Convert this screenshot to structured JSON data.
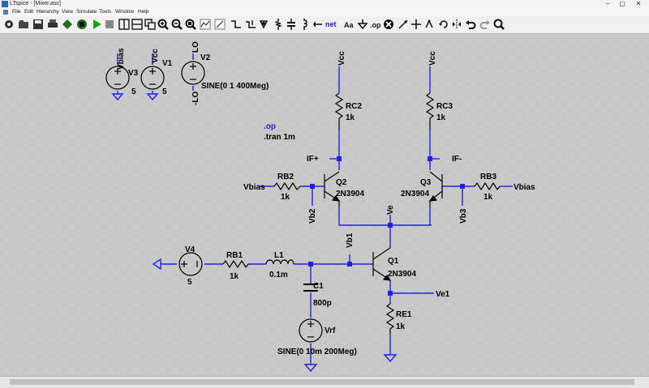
{
  "window": {
    "title": "LTspice - [Mixer.asc]",
    "minimize": "–",
    "maximize": "▢",
    "close": "✕"
  },
  "menu": [
    "File",
    "Edit",
    "Hierarchy",
    "View",
    "Simulate",
    "Tools",
    "Window",
    "Help"
  ],
  "toolbar": {
    "icons": [
      "control-panel-icon",
      "open-icon",
      "save-icon",
      "print-icon",
      "component-icon",
      "run-icon",
      "halt-icon",
      "tile-horizontal-icon",
      "tile-vertical-icon",
      "cascade-icon",
      "zoom-in-icon",
      "zoom-out-icon",
      "zoom-fit-icon",
      "zoom-area-icon",
      "autoscale-icon",
      "wire-icon",
      "ground-icon",
      "diode-icon",
      "capacitor-icon",
      "resistor-icon",
      "inductor-icon",
      "label-net-icon",
      "spice-directive-icon",
      "text-icon",
      "delete-icon",
      "duplicate-icon",
      "move-icon",
      "drag-icon",
      "rotate-icon",
      "mirror-icon",
      "undo-icon",
      "redo-icon",
      "find-icon"
    ],
    "net_label": "net",
    "text_label": "Aa"
  },
  "schematic": {
    "sources": [
      {
        "name": "V3",
        "net": "Vbias",
        "value": "5"
      },
      {
        "name": "V1",
        "net": "Vcc",
        "value": "5"
      },
      {
        "name": "V2",
        "net_top": "LO",
        "net_bottom": "-LO",
        "value": "SINE(0 1 400Meg)"
      },
      {
        "name": "V4",
        "value": "5"
      },
      {
        "name": "Vrf",
        "value": "SINE(0 10m 200Meg)"
      }
    ],
    "directives": [
      ".op",
      ".tran 1m"
    ],
    "resistors": [
      {
        "name": "RC2",
        "value": "1k"
      },
      {
        "name": "RC3",
        "value": "1k"
      },
      {
        "name": "RB2",
        "value": "1k"
      },
      {
        "name": "RB3",
        "value": "1k"
      },
      {
        "name": "RB1",
        "value": "1k"
      },
      {
        "name": "RE1",
        "value": "1k"
      }
    ],
    "inductor": {
      "name": "L1",
      "value": "0.1m"
    },
    "capacitor": {
      "name": "C1",
      "value": "800p"
    },
    "transistors": [
      {
        "name": "Q2",
        "model": "2N3904"
      },
      {
        "name": "Q3",
        "model": "2N3904"
      },
      {
        "name": "Q1",
        "model": "2N3904"
      }
    ],
    "nets": {
      "vcc": "Vcc",
      "vbias": "Vbias",
      "if_plus": "IF+",
      "if_minus": "IF-",
      "ve": "Ve",
      "ve1": "Ve1",
      "vb1": "Vb1",
      "vb2": "Vb2",
      "vb3": "Vb3"
    }
  },
  "colors": {
    "wire": "#1f1ff0",
    "junction": "#1f1ff0",
    "body": "#000000",
    "directive": "#1f1fc8",
    "canvas": "#c8c8c8"
  }
}
